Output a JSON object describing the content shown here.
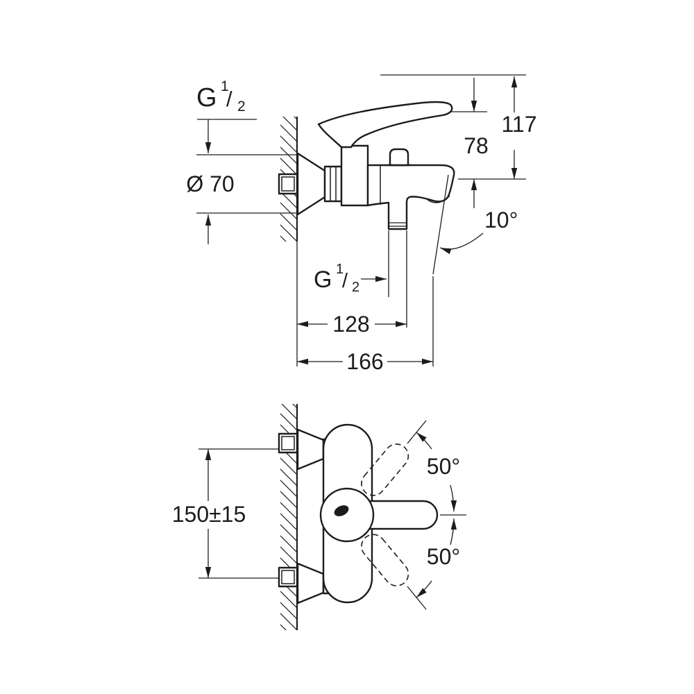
{
  "side_view": {
    "thread_top_label": {
      "g": "G",
      "numerator": "1",
      "slash": "/",
      "denominator": "2"
    },
    "escutcheon_diameter": "Ø 70",
    "spout_to_handle_height": "78",
    "total_height": "117",
    "spout_angle": "10°",
    "shower_thread_label": {
      "g": "G",
      "numerator": "1",
      "slash": "/",
      "denominator": "2"
    },
    "wall_to_shower_outlet": "128",
    "wall_to_spout_tip": "166"
  },
  "front_view": {
    "inlet_spacing": "150±15",
    "handle_swing_up": "50°",
    "handle_swing_down": "50°"
  },
  "colors": {
    "line": "#1c1c1c",
    "background": "#ffffff"
  }
}
